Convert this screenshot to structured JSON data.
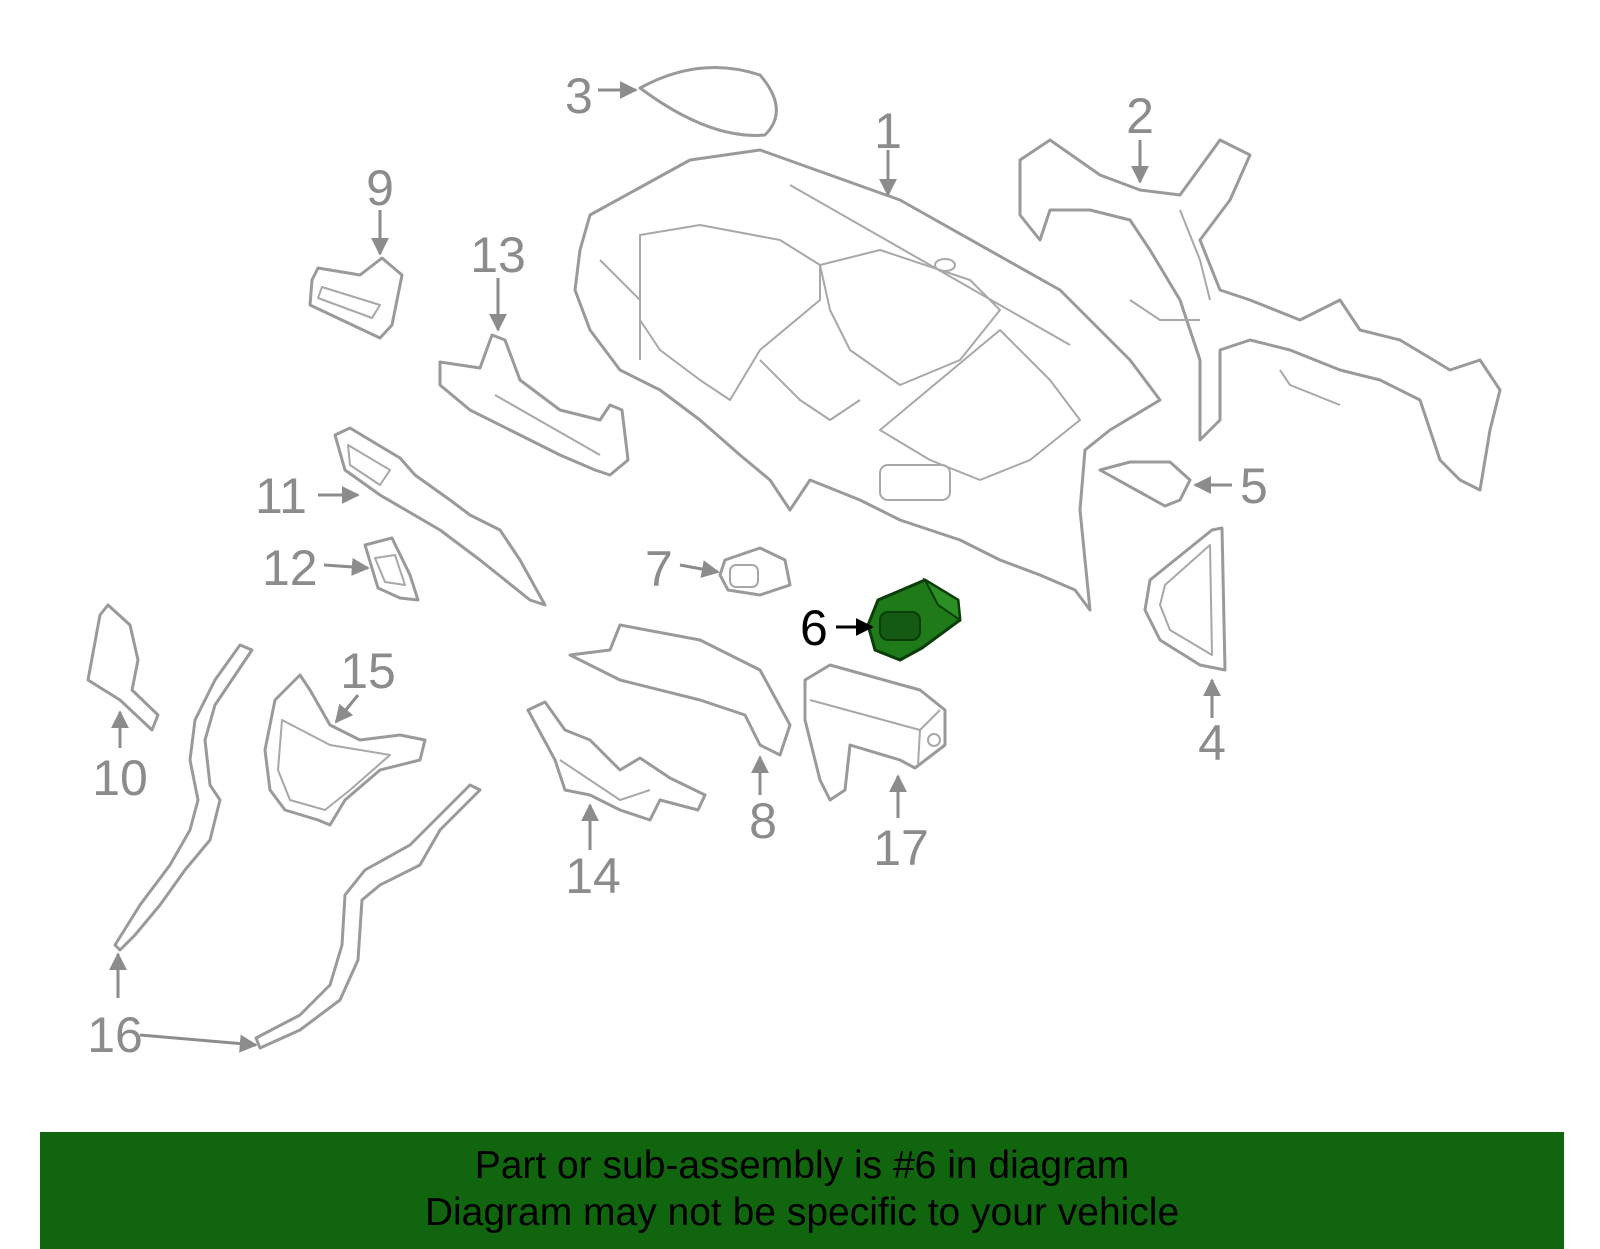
{
  "diagram": {
    "callouts": {
      "c1": "1",
      "c2": "2",
      "c3": "3",
      "c4": "4",
      "c5": "5",
      "c6": "6",
      "c7": "7",
      "c8": "8",
      "c9": "9",
      "c10": "10",
      "c11": "11",
      "c12": "12",
      "c13": "13",
      "c14": "14",
      "c15": "15",
      "c16": "16",
      "c17": "17"
    },
    "highlighted_part": "6",
    "colors": {
      "line_art": "#9a9a9a",
      "highlight_fill": "#1f7a1a",
      "highlight_stroke": "#0a3d08",
      "banner": "#10650e"
    }
  },
  "banner": {
    "line1": "Part or sub-assembly is #6 in diagram",
    "line2": "Diagram may not be specific to your vehicle"
  }
}
